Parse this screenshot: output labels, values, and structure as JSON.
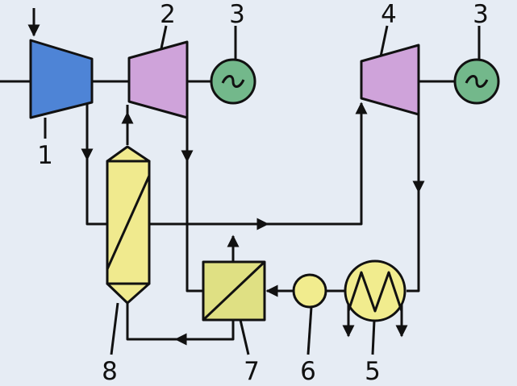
{
  "diagram": {
    "labels": {
      "compressor": "1",
      "turbine_main": "2",
      "generator_left": "3",
      "turbine_second": "4",
      "generator_right": "3",
      "heat_exchanger": "5",
      "pump": "6",
      "recuperator": "7",
      "column": "8"
    },
    "generator_symbol": "~",
    "colors": {
      "background": "#e6ecf4",
      "compressor": "#4e84d6",
      "turbine": "#cfa3da",
      "generator": "#73b88b",
      "vessel": "#f0ea8e",
      "recuperator": "#dfe083",
      "exchanger": "#f1ec8e",
      "pump": "#f1ec8e",
      "line": "#111111"
    }
  }
}
